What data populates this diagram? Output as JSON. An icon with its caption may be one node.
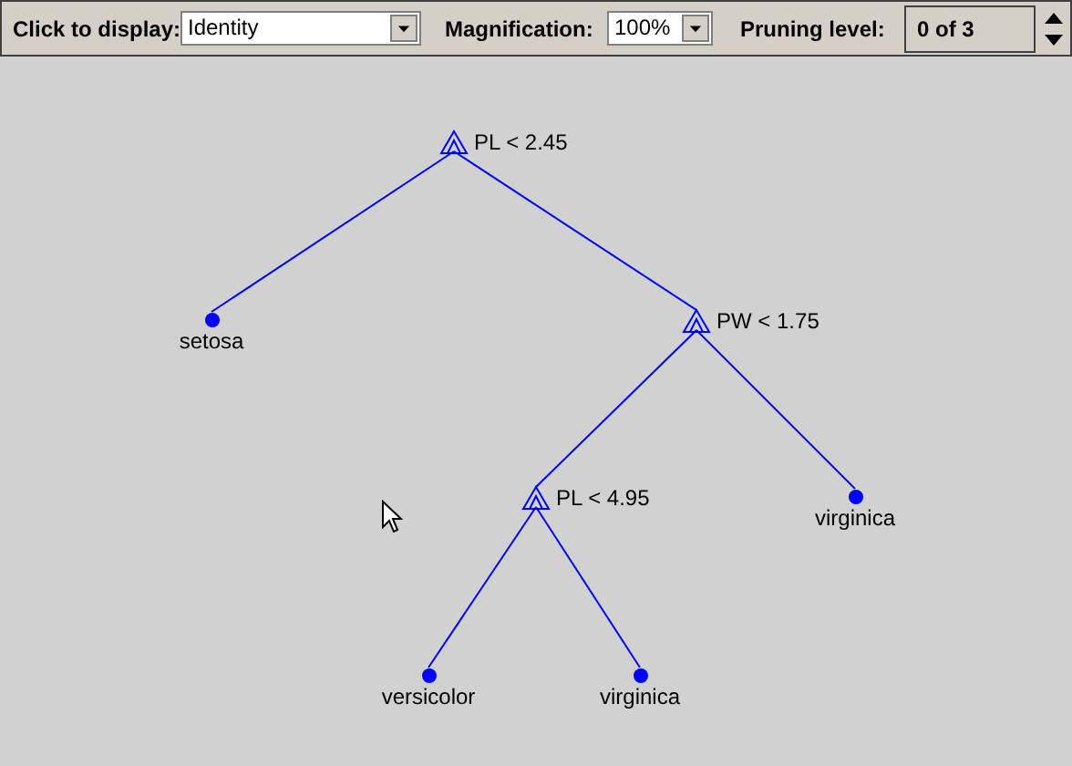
{
  "diagram": {
    "nodes": [
      {
        "text": [
          "PL < 2.45"
        ]
      },
      {
        "text": [
          "setosa"
        ]
      },
      {
        "text": [
          "PW < 1.75"
        ]
      },
      {
        "text": [
          "PL < 4.95"
        ]
      },
      {
        "text": [
          "virginica"
        ]
      },
      {
        "text": [
          "versicolor"
        ]
      },
      {
        "text": [
          "virginica"
        ]
      }
    ],
    "edges": [
      {
        "from": 0,
        "to": 1,
        "arrow": "none"
      },
      {
        "from": 0,
        "to": 2,
        "arrow": "none"
      },
      {
        "from": 2,
        "to": 3,
        "arrow": "none"
      },
      {
        "from": 2,
        "to": 4,
        "arrow": "none"
      },
      {
        "from": 3,
        "to": 5,
        "arrow": "none"
      },
      {
        "from": 3,
        "to": 6,
        "arrow": "none"
      }
    ],
    "labels": [
      "Click to display:",
      "Identity",
      "Magnification:",
      "100%",
      "Pruning level:",
      "0 of 3"
    ]
  }
}
